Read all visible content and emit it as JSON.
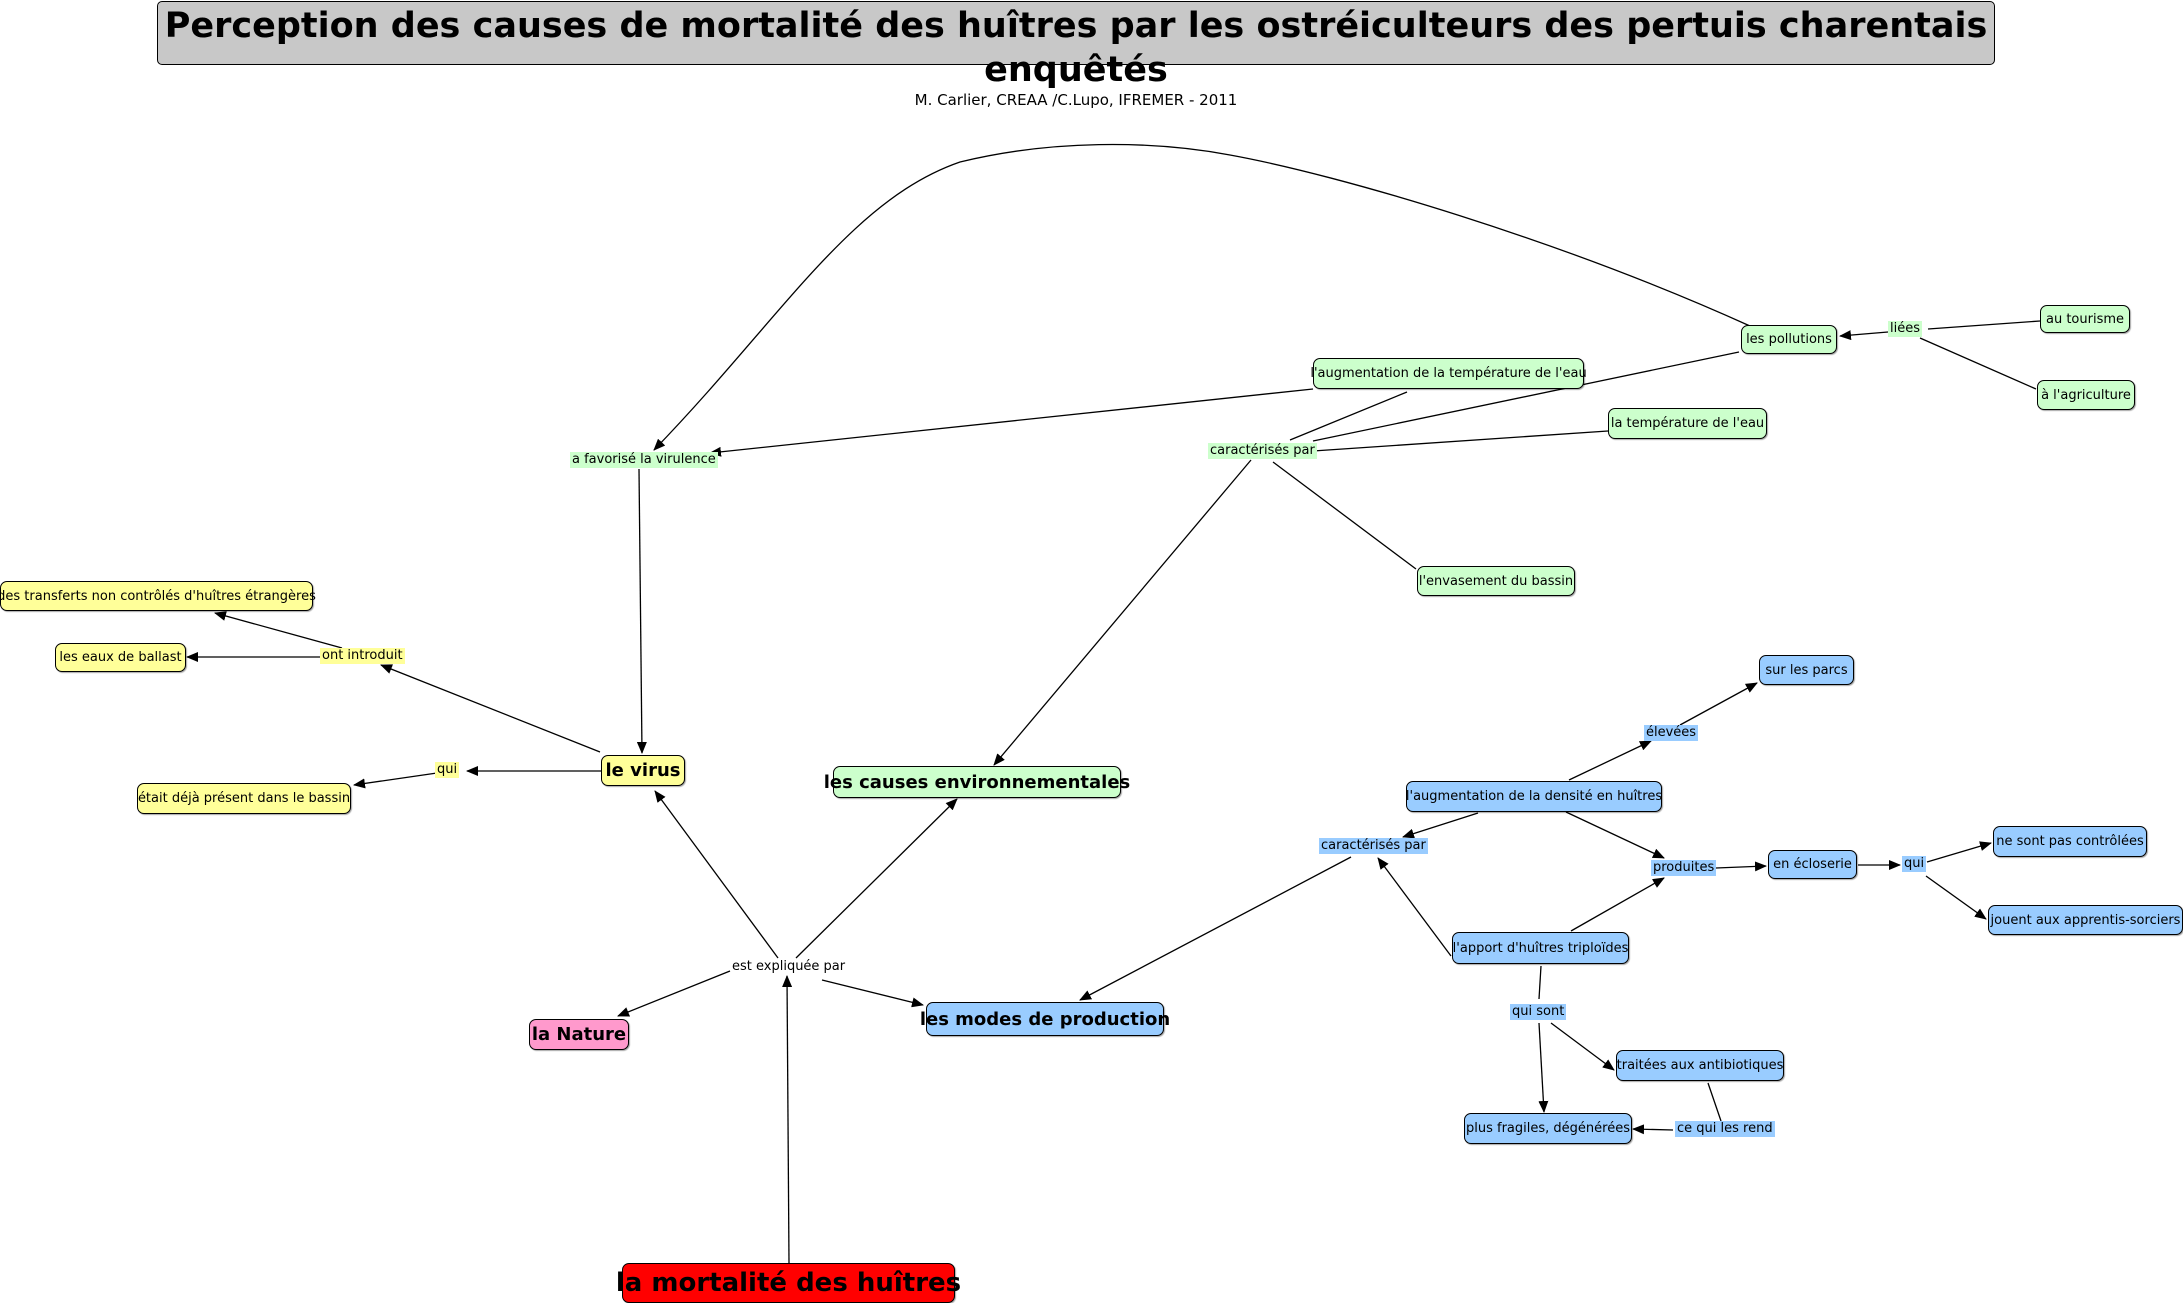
{
  "header": {
    "title": "Perception des causes de mortalité des huîtres par les ostréiculteurs des pertuis charentais enquêtés",
    "subtitle": "M. Carlier, CREAA /C.Lupo, IFREMER - 2011"
  },
  "colors": {
    "virus": "#ffff99",
    "environment": "#ccffcc",
    "production": "#99ccff",
    "nature": "#ff99cc",
    "mortality": "#ff0000",
    "title_bg": "#c8c8c8"
  },
  "concepts": {
    "mortalite": "la mortalité des huîtres",
    "nature": "la Nature",
    "virus": "le virus",
    "causes_env": "les causes environnementales",
    "modes_prod": "les modes de production",
    "transferts": "des transferts non contrôlés d'huîtres étrangères",
    "ballast": "les eaux de ballast",
    "deja_present": "était déjà présent dans le bassin",
    "augm_temp": "l'augmentation de la température de l'eau",
    "pollutions": "les pollutions",
    "tourisme": "au tourisme",
    "agriculture": "à l'agriculture",
    "temp_eau": "la température de l'eau",
    "envasement": "l'envasement du bassin",
    "augm_densite": "l'augmentation de la densité en huîtres",
    "parcs": "sur les parcs",
    "ecloserie": "en écloserie",
    "non_controlees": "ne sont pas contrôlées",
    "apprentis": "jouent aux apprentis-sorciers",
    "triploides": "l'apport d'huîtres triploïdes",
    "antibiotiques": "traitées aux antibiotiques",
    "fragiles": "plus fragiles, dégénérées"
  },
  "link_labels": {
    "expliquee": "est expliquée par",
    "favorise": "a favorisé la virulence",
    "introduit": "ont introduit",
    "qui_virus": "qui",
    "caract_env": "caractérisés par",
    "liees": "liées",
    "caract_prod": "caractérisés par",
    "elevees": "élevées",
    "produites": "produites",
    "qui_prod": "qui",
    "qui_sont": "qui sont",
    "rend": "ce qui les rend"
  }
}
